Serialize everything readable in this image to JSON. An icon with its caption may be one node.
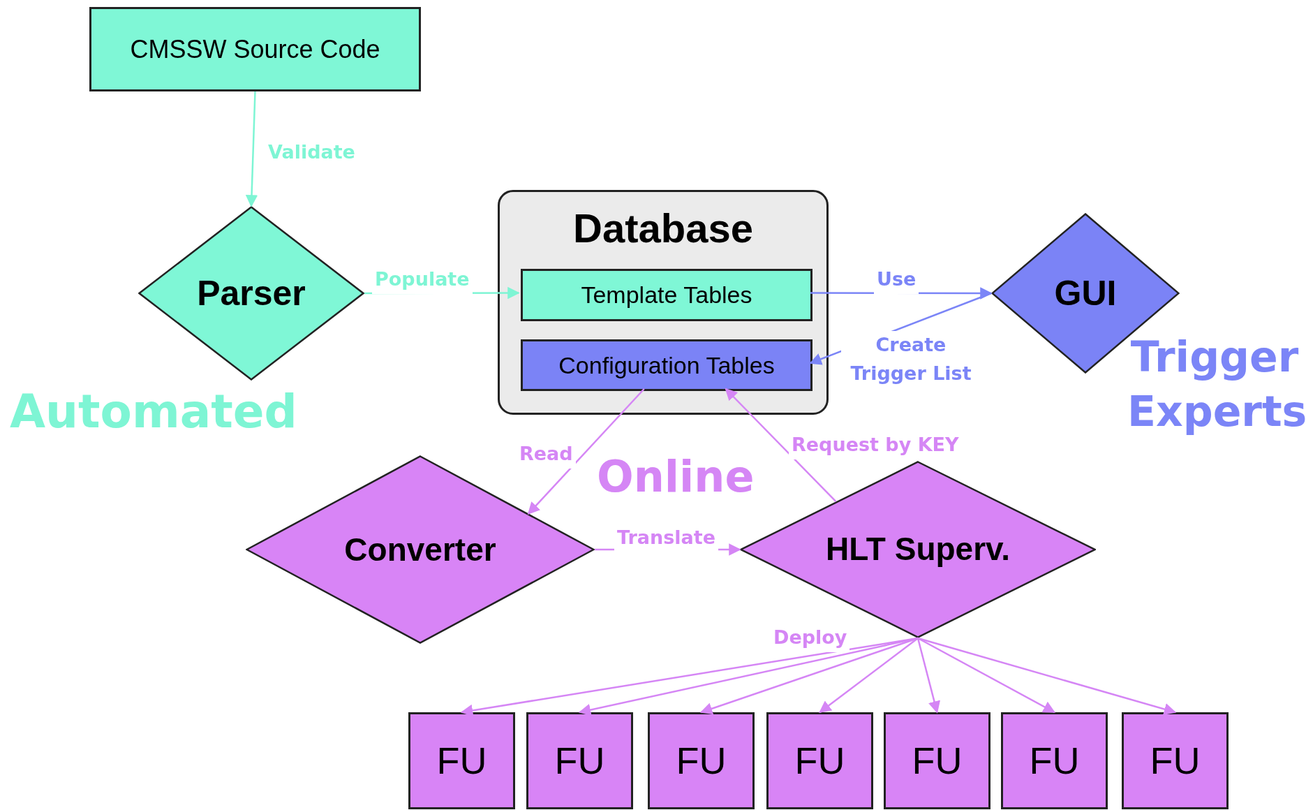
{
  "diagram": {
    "nodes": [
      {
        "text": [
          "CMSSW Source Code"
        ]
      },
      {
        "text": [
          "Parser"
        ]
      },
      {
        "text": [
          "Database"
        ]
      },
      {
        "text": [
          "Template Tables"
        ],
        "in": 2
      },
      {
        "text": [
          "Configuration Tables"
        ],
        "in": 2
      },
      {
        "text": [
          "GUI"
        ]
      },
      {
        "text": [
          "Converter"
        ]
      },
      {
        "text": [
          "HLT Superv."
        ]
      },
      {
        "text": [
          "FU"
        ]
      },
      {
        "text": [
          "FU"
        ]
      },
      {
        "text": [
          "FU"
        ]
      },
      {
        "text": [
          "FU"
        ]
      },
      {
        "text": [
          "FU"
        ]
      },
      {
        "text": [
          "FU"
        ]
      },
      {
        "text": [
          "FU"
        ]
      }
    ],
    "edges": [
      {
        "from": 0,
        "to": 1,
        "arrow": "to",
        "label": "Validate",
        "color": "#7ef5d4"
      },
      {
        "from": 1,
        "to": 3,
        "arrow": "to",
        "label": "Populate",
        "color": "#7ef5d4"
      },
      {
        "from": 3,
        "to": 5,
        "arrow": "to",
        "label": "Use",
        "color": "#7b85f7"
      },
      {
        "from": 5,
        "to": 4,
        "arrow": "to",
        "label": "Create Trigger List",
        "color": "#7b85f7"
      },
      {
        "from": 4,
        "to": 6,
        "arrow": "to",
        "label": "Read"
      },
      {
        "from": 7,
        "to": 4,
        "arrow": "to",
        "label": "Request by KEY"
      },
      {
        "from": 6,
        "to": 7,
        "arrow": "to",
        "label": "Translate"
      },
      {
        "from": 7,
        "to": 8,
        "arrow": "to",
        "label": "Deploy"
      },
      {
        "from": 7,
        "to": 9,
        "arrow": "to"
      },
      {
        "from": 7,
        "to": 10,
        "arrow": "to"
      },
      {
        "from": 7,
        "to": 11,
        "arrow": "to"
      },
      {
        "from": 7,
        "to": 12,
        "arrow": "to"
      },
      {
        "from": 7,
        "to": 13,
        "arrow": "to"
      },
      {
        "from": 7,
        "to": 14,
        "arrow": "to"
      }
    ],
    "labels": [
      "Automated",
      "Online",
      "Trigger Experts"
    ]
  }
}
